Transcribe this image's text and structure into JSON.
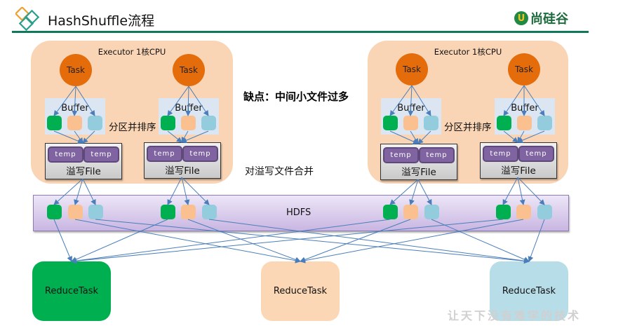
{
  "header": {
    "title": "HashShuffle流程",
    "brand": "尚硅谷",
    "brand_mark": "U",
    "colors": {
      "rule": "#0e7a5a",
      "logo_orange": "#f0a030",
      "logo_teal": "#2aa08a"
    }
  },
  "executors": [
    {
      "label": "Executor 1核CPU",
      "tasks": [
        {
          "label": "Task",
          "buffer_label": "Buffer",
          "spill_label": "溢写File",
          "temps": [
            "temp",
            "temp"
          ]
        },
        {
          "label": "Task",
          "buffer_label": "Buffer",
          "spill_label": "溢写File",
          "temps": [
            "temp",
            "temp"
          ]
        }
      ],
      "partition_note": "分区并排序"
    },
    {
      "label": "Executor 1核CPU",
      "tasks": [
        {
          "label": "Task",
          "buffer_label": "Buffer",
          "spill_label": "溢写File",
          "temps": [
            "temp",
            "temp"
          ]
        },
        {
          "label": "Task",
          "buffer_label": "Buffer",
          "spill_label": "溢写File",
          "temps": [
            "temp",
            "temp"
          ]
        }
      ],
      "partition_note": "分区并排序"
    }
  ],
  "notes": {
    "drawback": "缺点：中间小文件过多",
    "merge": "对溢写文件合并"
  },
  "hdfs": {
    "label": "HDFS"
  },
  "reduce_tasks": [
    {
      "label": "ReduceTask",
      "color": "#00b050"
    },
    {
      "label": "ReduceTask",
      "color": "#fbd7b5"
    },
    {
      "label": "ReduceTask",
      "color": "#b7dde8"
    }
  ],
  "partition_colors": [
    "#00b050",
    "#fac090",
    "#93cddd"
  ],
  "watermark": "让天下没有难学的技术"
}
